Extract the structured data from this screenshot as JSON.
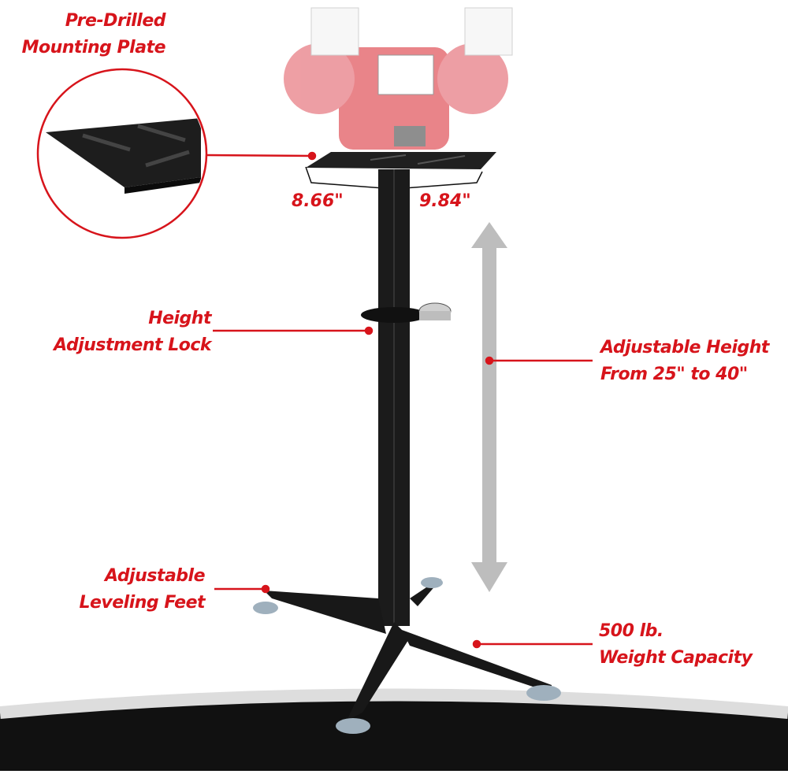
{
  "callouts": {
    "mounting_plate": [
      "Pre-Drilled",
      "Mounting Plate"
    ],
    "height_lock": [
      "Height",
      "Adjustment Lock"
    ],
    "adjustable_height": [
      "Adjustable Height",
      "From 25\" to 40\""
    ],
    "leveling_feet": [
      "Adjustable",
      "Leveling Feet"
    ],
    "weight_capacity": [
      "500 lb.",
      "Weight Capacity"
    ]
  },
  "dimensions": {
    "depth": "8.66\"",
    "width": "9.84\""
  },
  "colors": {
    "accent": "#d7141b",
    "stand": "#1b1b1b",
    "arrow": "#bdbdbd",
    "grinder": "#e2535b"
  }
}
